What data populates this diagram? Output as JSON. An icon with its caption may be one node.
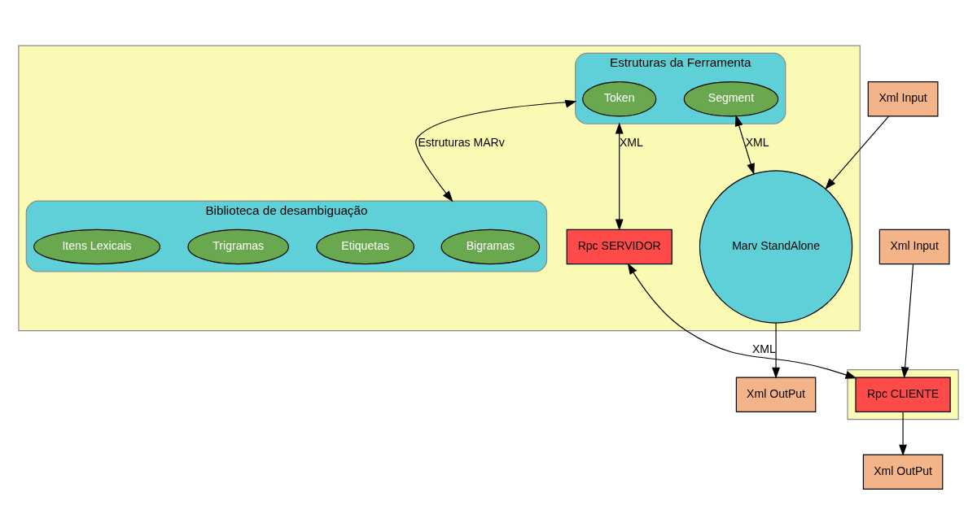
{
  "diagram": {
    "nodes": [
      {
        "text": [],
        "shape": "parallelogram"
      },
      {
        "text": [
          "Estruturas da Ferramenta"
        ],
        "in": 0
      },
      {
        "text": [
          "Token"
        ],
        "in": 1
      },
      {
        "text": [
          "Segment"
        ],
        "in": 1
      },
      {
        "text": [
          "Biblioteca de desambiguação"
        ],
        "in": 0
      },
      {
        "text": [
          "Bigramas"
        ],
        "in": 4
      },
      {
        "text": [
          "Etiquetas"
        ],
        "in": 4
      },
      {
        "text": [
          "Trigramas"
        ],
        "in": 4
      },
      {
        "text": [
          "Itens Lexicais"
        ],
        "in": 4
      },
      {
        "text": [
          "Marv StandAlone"
        ],
        "in": 0
      },
      {
        "text": [
          "Rpc SERVIDOR"
        ],
        "in": 0
      },
      {
        "text": [
          "Xml Input"
        ]
      },
      {
        "text": [
          "Xml OutPut"
        ]
      },
      {
        "text": [],
        "shape": "parallelogram"
      },
      {
        "text": [
          "Rpc CLIENTE"
        ],
        "in": 13
      },
      {
        "text": [
          "Xml Input"
        ]
      },
      {
        "text": [
          "Xml OutPut"
        ]
      }
    ],
    "edges": [
      {
        "from": 1,
        "to": 4,
        "arrow": "both",
        "label": "Estruturas MARv"
      },
      {
        "from": 3,
        "to": 9,
        "arrow": "both",
        "label": "XML"
      },
      {
        "from": 1,
        "to": 10,
        "arrow": "both",
        "label": "XML"
      },
      {
        "from": 11,
        "to": 9,
        "arrow": "to"
      },
      {
        "from": 9,
        "to": 12,
        "arrow": "to"
      },
      {
        "from": 10,
        "to": 14,
        "arrow": "both",
        "label": "XML"
      },
      {
        "from": 15,
        "to": 14,
        "arrow": "to"
      },
      {
        "from": 14,
        "to": 16,
        "arrow": "to"
      }
    ]
  }
}
